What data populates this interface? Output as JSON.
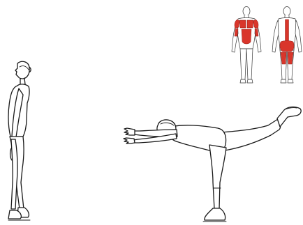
{
  "illustration": {
    "subject": "standing-balance-exercise",
    "background": "#ffffff",
    "outline_color": "#1a1a1a",
    "muscle_highlight_color": "#d9362b",
    "figures": [
      "standing-start-pose",
      "single-leg-forward-reach-pose"
    ],
    "muscle_map_views": [
      "front-view",
      "back-view"
    ],
    "highlighted_muscles": {
      "front": [
        "shoulders",
        "chest",
        "abdominals",
        "upper-arms"
      ],
      "back": [
        "spinal-erectors",
        "glutes",
        "hamstrings"
      ]
    }
  }
}
